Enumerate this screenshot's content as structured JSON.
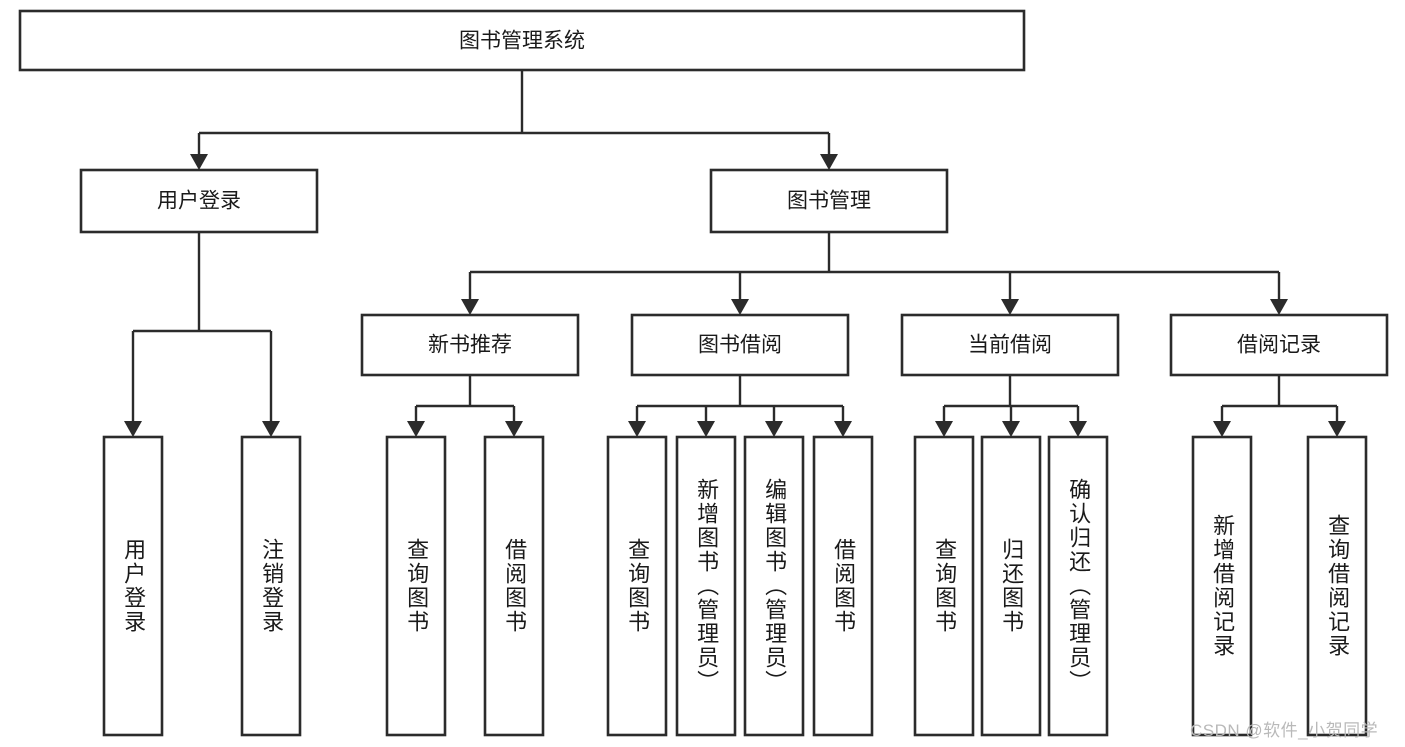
{
  "diagram": {
    "type": "tree",
    "title": "图书管理系统",
    "orientation": "top-down",
    "root": {
      "id": "root",
      "label": "图书管理系统",
      "text_orientation": "horizontal"
    },
    "level2": [
      {
        "id": "user-login",
        "label": "用户登录",
        "text_orientation": "horizontal"
      },
      {
        "id": "book-manage",
        "label": "图书管理",
        "text_orientation": "horizontal"
      }
    ],
    "level3": [
      {
        "id": "new-book-rec",
        "label": "新书推荐",
        "parent": "book-manage",
        "text_orientation": "horizontal"
      },
      {
        "id": "book-borrow",
        "label": "图书借阅",
        "parent": "book-manage",
        "text_orientation": "horizontal"
      },
      {
        "id": "current-borrow",
        "label": "当前借阅",
        "parent": "book-manage",
        "text_orientation": "horizontal"
      },
      {
        "id": "borrow-record",
        "label": "借阅记录",
        "parent": "book-manage",
        "text_orientation": "horizontal"
      }
    ],
    "leaves": [
      {
        "id": "leaf-user-login",
        "label": "用户登录",
        "parent": "user-login",
        "text_orientation": "vertical"
      },
      {
        "id": "leaf-user-logout",
        "label": "注销登录",
        "parent": "user-login",
        "text_orientation": "vertical"
      },
      {
        "id": "leaf-query-book-1",
        "label": "查询图书",
        "parent": "new-book-rec",
        "text_orientation": "vertical"
      },
      {
        "id": "leaf-borrow-book-1",
        "label": "借阅图书",
        "parent": "new-book-rec",
        "text_orientation": "vertical"
      },
      {
        "id": "leaf-query-book-2",
        "label": "查询图书",
        "parent": "book-borrow",
        "text_orientation": "vertical"
      },
      {
        "id": "leaf-add-book",
        "label": "新增图书（管理员）",
        "parent": "book-borrow",
        "text_orientation": "vertical"
      },
      {
        "id": "leaf-edit-book",
        "label": "编辑图书（管理员）",
        "parent": "book-borrow",
        "text_orientation": "vertical"
      },
      {
        "id": "leaf-borrow-book-2",
        "label": "借阅图书",
        "parent": "book-borrow",
        "text_orientation": "vertical"
      },
      {
        "id": "leaf-query-book-3",
        "label": "查询图书",
        "parent": "current-borrow",
        "text_orientation": "vertical"
      },
      {
        "id": "leaf-return-book",
        "label": "归还图书",
        "parent": "current-borrow",
        "text_orientation": "vertical"
      },
      {
        "id": "leaf-confirm-return",
        "label": "确认归还（管理员）",
        "parent": "current-borrow",
        "text_orientation": "vertical"
      },
      {
        "id": "leaf-add-record",
        "label": "新增借阅记录",
        "parent": "borrow-record",
        "text_orientation": "vertical"
      },
      {
        "id": "leaf-query-record",
        "label": "查询借阅记录",
        "parent": "borrow-record",
        "text_orientation": "vertical"
      }
    ],
    "colors": {
      "stroke": "#2b2b2b",
      "fill": "#ffffff",
      "text": "#1a1a1a",
      "watermark": "#b9b9b9"
    }
  },
  "watermark": {
    "text": "CSDN @软件_小贺同学"
  }
}
